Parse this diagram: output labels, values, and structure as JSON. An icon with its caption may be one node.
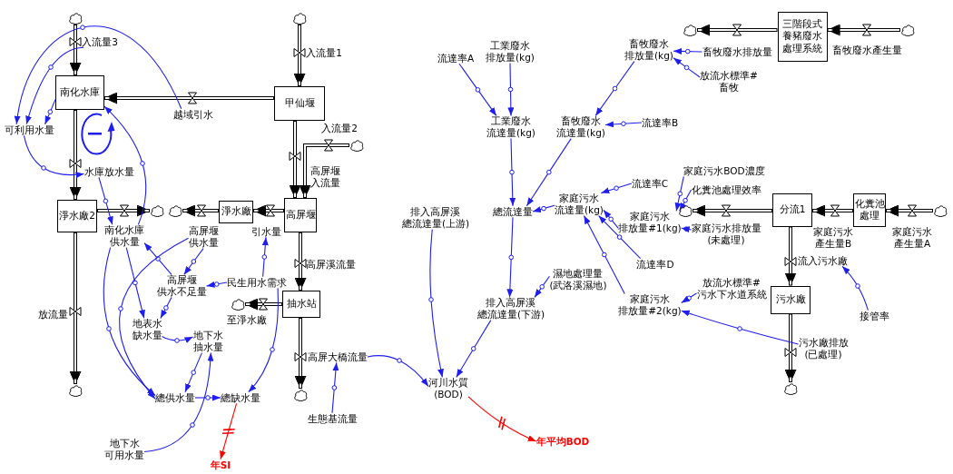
{
  "diagram": {
    "nodes": [
      {
        "text": [],
        "shape": "cloud"
      },
      {
        "text": [
          "入流量3"
        ]
      },
      {
        "text": [],
        "shape": "cloud"
      },
      {
        "text": [
          "入流量1"
        ]
      },
      {
        "text": [
          "南化水庫"
        ]
      },
      {
        "text": [
          "甲仙堰"
        ]
      },
      {
        "text": [
          "越域引水"
        ]
      },
      {
        "text": [
          "可利用水量"
        ]
      },
      {
        "text": [
          "入流量2"
        ]
      },
      {
        "text": [],
        "shape": "cloud"
      },
      {
        "text": [
          "水庫放水量"
        ]
      },
      {
        "text": [
          "高屏堰入流量"
        ]
      },
      {
        "text": [
          "淨水廠2"
        ]
      },
      {
        "text": [],
        "shape": "cloud"
      },
      {
        "text": [],
        "shape": "cloud"
      },
      {
        "text": [
          "淨水廠"
        ]
      },
      {
        "text": [
          "高屏堰"
        ]
      },
      {
        "text": [
          "南化水庫供水量"
        ]
      },
      {
        "text": [
          "高屏堰供水量"
        ]
      },
      {
        "text": [
          "引水量"
        ]
      },
      {
        "text": [
          "高屏堰供水不足量"
        ]
      },
      {
        "text": [
          "民生用水需求"
        ]
      },
      {
        "text": [
          "高屏溪流量"
        ]
      },
      {
        "text": [
          "抽水站"
        ]
      },
      {
        "text": [],
        "shape": "cloud"
      },
      {
        "text": [
          "至淨水廠"
        ]
      },
      {
        "text": [
          "放流量"
        ]
      },
      {
        "text": [
          "地表水缺水量"
        ]
      },
      {
        "text": [
          "地下水抽水量"
        ]
      },
      {
        "text": [
          "高屏大橋流量"
        ]
      },
      {
        "text": [],
        "shape": "cloud"
      },
      {
        "text": [],
        "shape": "cloud"
      },
      {
        "text": [
          "總供水量"
        ]
      },
      {
        "text": [
          "總缺水量"
        ]
      },
      {
        "text": [
          "生態基流量"
        ]
      },
      {
        "text": [
          "地下水可用水量"
        ]
      },
      {
        "text": [
          "年SI"
        ]
      },
      {
        "text": [
          "流達率A"
        ]
      },
      {
        "text": [
          "工業廢水排放量(kg)"
        ]
      },
      {
        "text": [
          "工業廢水流達量(kg)"
        ]
      },
      {
        "text": [
          "畜牧廢水流達量(kg)"
        ]
      },
      {
        "text": [
          "流達率B"
        ]
      },
      {
        "text": [
          "家庭污水流達量(kg)"
        ]
      },
      {
        "text": [
          "總流達量"
        ]
      },
      {
        "text": [
          "排入高屏溪總流達量(上游)"
        ]
      },
      {
        "text": [
          "濕地處理量(武洛溪濕地)"
        ]
      },
      {
        "text": [
          "排入高屏溪總流達量(下游)"
        ]
      },
      {
        "text": [
          "河川水質(BOD)"
        ]
      },
      {
        "text": [
          "年平均BOD"
        ]
      },
      {
        "text": [],
        "shape": "cloud"
      },
      {
        "text": [
          "三階段式養豬廢水處理系統"
        ]
      },
      {
        "text": [],
        "shape": "cloud"
      },
      {
        "text": [
          "畜牧廢水排放量(kg)"
        ]
      },
      {
        "text": [
          "畜牧廢水排放量"
        ]
      },
      {
        "text": [
          "畜牧廢水產生量"
        ]
      },
      {
        "text": [
          "放流水標準#畜牧"
        ]
      },
      {
        "text": [
          "流達率C"
        ]
      },
      {
        "text": [
          "家庭污水BOD濃度"
        ]
      },
      {
        "text": [
          "化糞池處理效率"
        ]
      },
      {
        "text": [
          "家庭污水排放量#1(kg)"
        ]
      },
      {
        "text": [],
        "shape": "cloud"
      },
      {
        "text": [
          "分流1"
        ]
      },
      {
        "text": [
          "化糞池處理"
        ]
      },
      {
        "text": [],
        "shape": "cloud"
      },
      {
        "text": [
          "家庭污水排放量(未處理)"
        ]
      },
      {
        "text": [
          "家庭污水產生量B"
        ]
      },
      {
        "text": [
          "家庭污水產生量A"
        ]
      },
      {
        "text": [
          "流達率D"
        ]
      },
      {
        "text": [
          "流入污水廠"
        ]
      },
      {
        "text": [
          "放流水標準#污水下水道系統"
        ]
      },
      {
        "text": [
          "污水廠"
        ]
      },
      {
        "text": [
          "接管率"
        ]
      },
      {
        "text": [
          "家庭污水排放量#2(kg)"
        ]
      },
      {
        "text": [
          "污水廠排放(已處理)"
        ]
      },
      {
        "text": [],
        "shape": "cloud"
      }
    ],
    "edges": [
      {
        "from": 0,
        "to": 4,
        "arrow": "to",
        "style": "thick",
        "color": "#000000"
      },
      {
        "from": 2,
        "to": 5,
        "arrow": "to",
        "style": "thick",
        "color": "#000000"
      },
      {
        "from": 5,
        "to": 4,
        "arrow": "to",
        "style": "thick",
        "color": "#000000"
      },
      {
        "from": 9,
        "to": 16,
        "arrow": "to",
        "style": "thick",
        "color": "#000000"
      },
      {
        "from": 5,
        "to": 16,
        "arrow": "to",
        "style": "thick",
        "color": "#000000"
      },
      {
        "from": 4,
        "to": 12,
        "arrow": "to",
        "style": "thick",
        "color": "#000000"
      },
      {
        "from": 12,
        "to": 13,
        "arrow": "to",
        "style": "thick",
        "color": "#000000"
      },
      {
        "from": 15,
        "to": 14,
        "arrow": "to",
        "style": "thick",
        "color": "#000000"
      },
      {
        "from": 16,
        "to": 15,
        "arrow": "to",
        "style": "thick",
        "color": "#000000"
      },
      {
        "from": 12,
        "to": 30,
        "arrow": "to",
        "style": "thick",
        "color": "#000000"
      },
      {
        "from": 16,
        "to": 23,
        "arrow": "to",
        "style": "thick",
        "color": "#000000"
      },
      {
        "from": 23,
        "to": 24,
        "arrow": "to",
        "style": "thick",
        "color": "#000000"
      },
      {
        "from": 23,
        "to": 31,
        "arrow": "to",
        "style": "thick",
        "color": "#000000"
      },
      {
        "from": 51,
        "to": 50,
        "arrow": "to",
        "style": "thick",
        "color": "#000000"
      },
      {
        "from": 50,
        "to": 49,
        "arrow": "to",
        "style": "thick",
        "color": "#000000"
      },
      {
        "from": 63,
        "to": 62,
        "arrow": "to",
        "style": "thick",
        "color": "#000000"
      },
      {
        "from": 62,
        "to": 61,
        "arrow": "to",
        "style": "thick",
        "color": "#000000"
      },
      {
        "from": 61,
        "to": 60,
        "arrow": "to",
        "style": "thick",
        "color": "#000000"
      },
      {
        "from": 61,
        "to": 70,
        "arrow": "to",
        "style": "thick",
        "color": "#000000"
      },
      {
        "from": 70,
        "to": 74,
        "arrow": "to",
        "style": "thick",
        "color": "#000000"
      },
      {
        "from": 1,
        "to": 7,
        "arrow": "to"
      },
      {
        "from": 6,
        "to": 7,
        "arrow": "to"
      },
      {
        "from": 4,
        "to": 7,
        "arrow": "to"
      },
      {
        "from": 7,
        "to": 10,
        "arrow": "to"
      },
      {
        "from": 10,
        "to": 17,
        "arrow": "to"
      },
      {
        "from": 17,
        "to": 4,
        "arrow": "to"
      },
      {
        "from": 20,
        "to": 17,
        "arrow": "to"
      },
      {
        "from": 18,
        "to": 20,
        "arrow": "to"
      },
      {
        "from": 21,
        "to": 20,
        "arrow": "to"
      },
      {
        "from": 21,
        "to": 19,
        "arrow": "to"
      },
      {
        "from": 17,
        "to": 27,
        "arrow": "to"
      },
      {
        "from": 20,
        "to": 27,
        "arrow": "to"
      },
      {
        "from": 27,
        "to": 28,
        "arrow": "to"
      },
      {
        "from": 35,
        "to": 28,
        "arrow": "to"
      },
      {
        "from": 28,
        "to": 32,
        "arrow": "to"
      },
      {
        "from": 17,
        "to": 32,
        "arrow": "to"
      },
      {
        "from": 18,
        "to": 32,
        "arrow": "to"
      },
      {
        "from": 32,
        "to": 33,
        "arrow": "to"
      },
      {
        "from": 21,
        "to": 33,
        "arrow": "to"
      },
      {
        "from": 33,
        "to": 36,
        "arrow": "to",
        "color": "#ff0000"
      },
      {
        "from": 34,
        "to": 29,
        "arrow": "to"
      },
      {
        "from": 29,
        "to": 47,
        "arrow": "to"
      },
      {
        "from": 44,
        "to": 47,
        "arrow": "to"
      },
      {
        "from": 46,
        "to": 47,
        "arrow": "to"
      },
      {
        "from": 47,
        "to": 48,
        "arrow": "to",
        "color": "#ff0000"
      },
      {
        "from": 37,
        "to": 39,
        "arrow": "to"
      },
      {
        "from": 38,
        "to": 39,
        "arrow": "to"
      },
      {
        "from": 39,
        "to": 43,
        "arrow": "to"
      },
      {
        "from": 40,
        "to": 43,
        "arrow": "to"
      },
      {
        "from": 42,
        "to": 43,
        "arrow": "to"
      },
      {
        "from": 43,
        "to": 46,
        "arrow": "to"
      },
      {
        "from": 45,
        "to": 46,
        "arrow": "to"
      },
      {
        "from": 52,
        "to": 40,
        "arrow": "to"
      },
      {
        "from": 41,
        "to": 40,
        "arrow": "to"
      },
      {
        "from": 53,
        "to": 52,
        "arrow": "to"
      },
      {
        "from": 55,
        "to": 52,
        "arrow": "to"
      },
      {
        "from": 56,
        "to": 42,
        "arrow": "to"
      },
      {
        "from": 59,
        "to": 42,
        "arrow": "to"
      },
      {
        "from": 67,
        "to": 42,
        "arrow": "to"
      },
      {
        "from": 72,
        "to": 42,
        "arrow": "to"
      },
      {
        "from": 57,
        "to": 59,
        "arrow": "to"
      },
      {
        "from": 58,
        "to": 59,
        "arrow": "to"
      },
      {
        "from": 64,
        "to": 59,
        "arrow": "to"
      },
      {
        "from": 69,
        "to": 72,
        "arrow": "to"
      },
      {
        "from": 73,
        "to": 72,
        "arrow": "to"
      },
      {
        "from": 71,
        "to": 68,
        "arrow": "to"
      }
    ]
  }
}
